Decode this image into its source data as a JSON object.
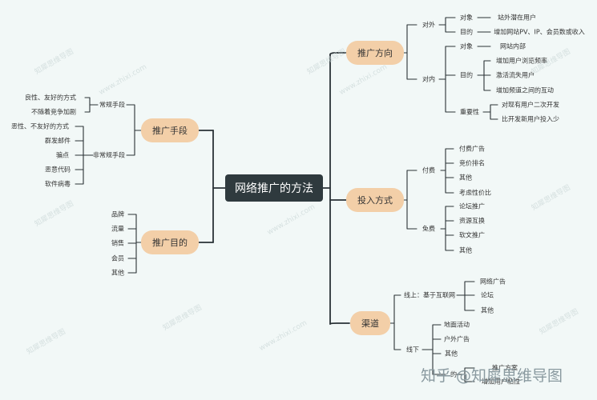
{
  "root": "网络推广的方法",
  "branches": {
    "promote_direction": {
      "label": "推广方向",
      "external": {
        "label": "对外",
        "target_label": "对象",
        "target_value": "站外潜在用户",
        "goal_label": "目的",
        "goal_value": "增加网站PV、IP、会员数或收入"
      },
      "internal": {
        "label": "对内",
        "target_label": "对象",
        "target_value": "网站内部",
        "goal_label": "目的",
        "goals": [
          "增加用户浏览频率",
          "激活流失用户",
          "增加频道之间的互动"
        ],
        "importance_label": "重要性",
        "importances": [
          "对现有用户二次开发",
          "比开发新用户投入少"
        ]
      }
    },
    "investment": {
      "label": "投入方式",
      "paid": {
        "label": "付费",
        "items": [
          "付费广告",
          "竞价排名",
          "其他",
          "考虑性价比"
        ]
      },
      "free": {
        "label": "免费",
        "items": [
          "论坛推广",
          "资源互换",
          "软文推广",
          "其他"
        ]
      }
    },
    "channels": {
      "label": "渠道",
      "online": {
        "label": "线上：基于互联网",
        "items": [
          "网络广告",
          "论坛",
          "其他"
        ]
      },
      "offline": {
        "label": "线下",
        "items": [
          "地面活动",
          "户外广告",
          "其他"
        ]
      },
      "extra_label": "的",
      "extra_items": [
        "推广方案",
        "增加用户粘性"
      ]
    },
    "methods": {
      "label": "推广手段",
      "regular": {
        "label": "常规手段",
        "items": [
          "良性、友好的方式",
          "不随着竞争加剧"
        ]
      },
      "irregular": {
        "label": "非常规手段",
        "items": [
          "恶性、不友好的方式",
          "群发邮件",
          "骗点",
          "恶意代码",
          "软件病毒"
        ]
      }
    },
    "purpose": {
      "label": "推广目的",
      "items": [
        "品牌",
        "流量",
        "销售",
        "会员",
        "其他"
      ]
    }
  },
  "watermark": "知犀思维导图",
  "watermark_url": "www.zhixi.com",
  "footer": "知乎 @知犀思维导图",
  "colors": {
    "line": "#2a3236",
    "root_bg": "#2f3a3e",
    "main_bg": "#f3cfa8",
    "background": "#f2f8f7"
  }
}
